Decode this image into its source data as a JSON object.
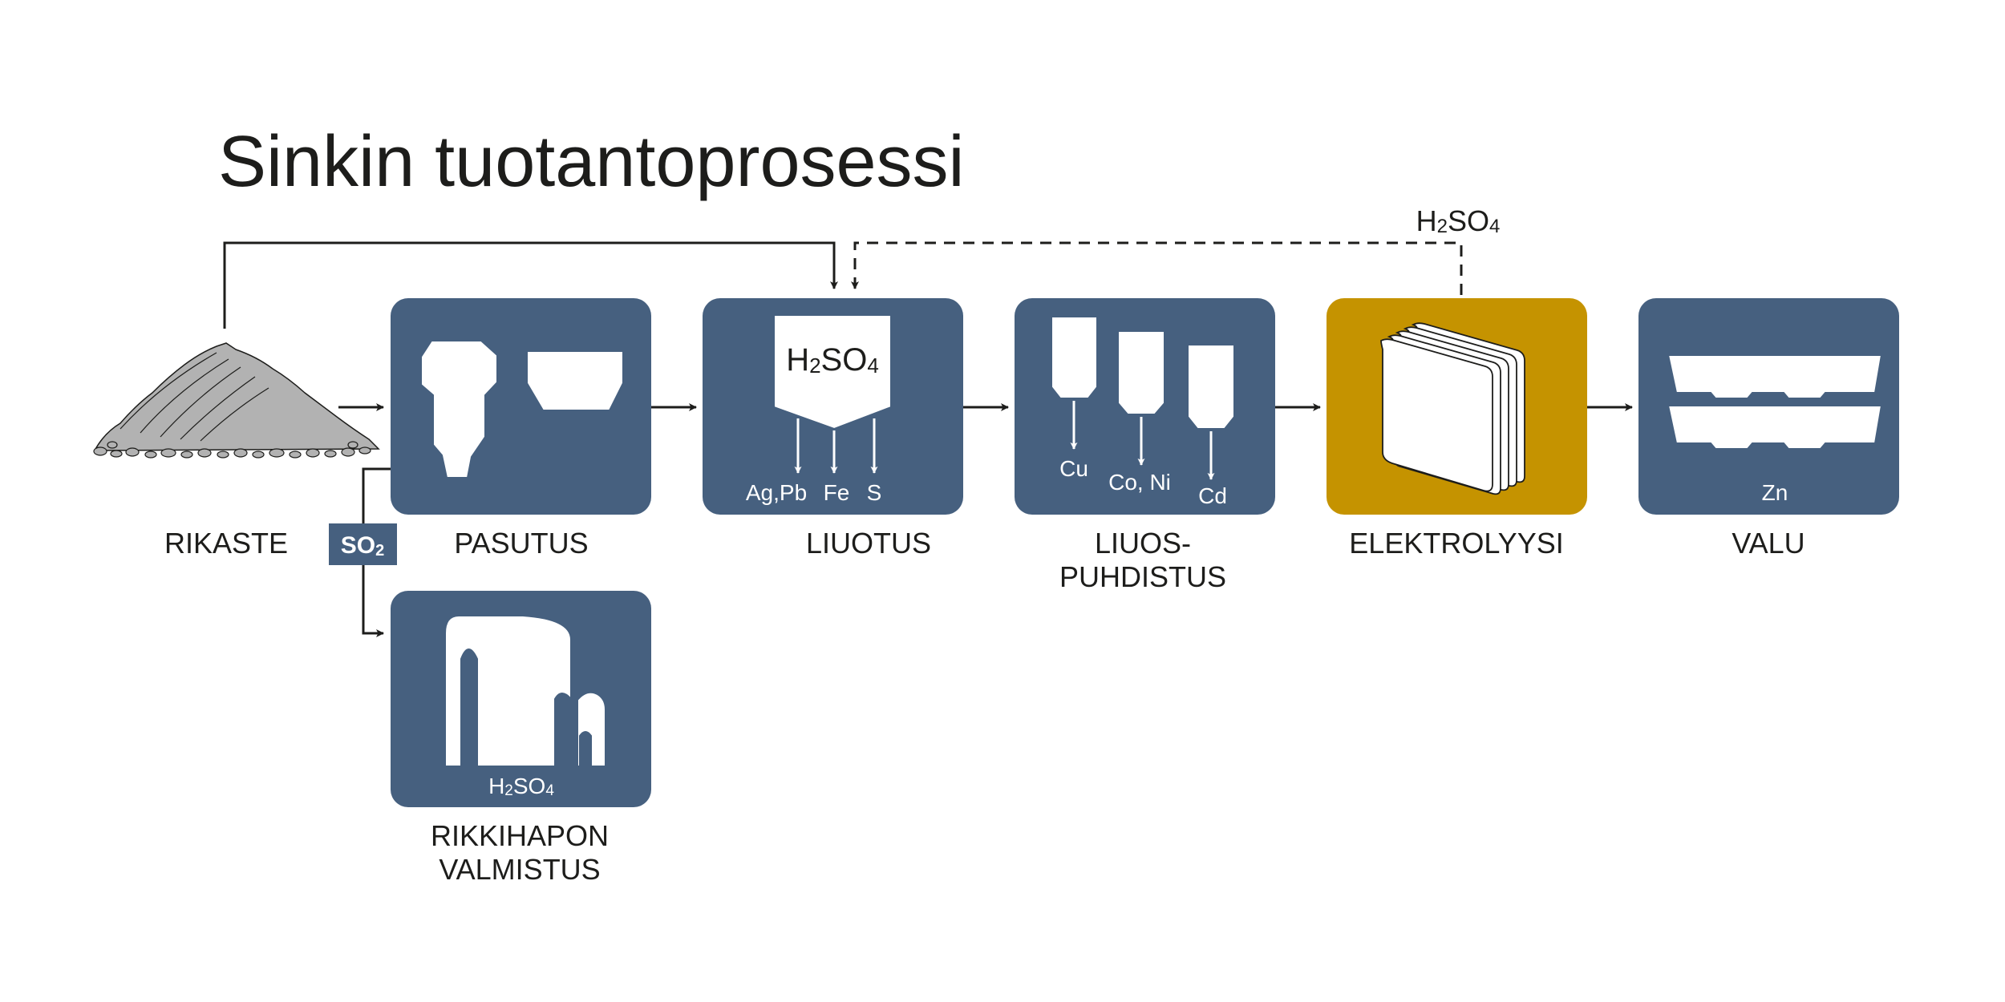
{
  "title": "Sinkin tuotantoprosessi",
  "colors": {
    "box": "#46607f",
    "highlight": "#c59300",
    "ink": "#1d1d1b",
    "pile": "#b2b2b2"
  },
  "stages": {
    "rikaste": {
      "label": "RIKASTE",
      "icon": "ore-pile-icon"
    },
    "pasutus": {
      "label": "PASUTUS",
      "icon": "roaster-icon"
    },
    "liuotus": {
      "label": "LIUOTUS",
      "icon": "leaching-tank-icon",
      "tank_label": "H2SO4",
      "outputs": [
        "Ag,Pb",
        "Fe",
        "S"
      ]
    },
    "puhdistus": {
      "label_line1": "LIUOS-",
      "label_line2": "PUHDISTUS",
      "icon": "purification-silos-icon",
      "outputs": [
        "Cu",
        "Co, Ni",
        "Cd"
      ]
    },
    "elektrolyysi": {
      "label": "ELEKTROLYYSI",
      "icon": "cathode-plates-icon"
    },
    "valu": {
      "label": "VALU",
      "icon": "ingot-icon",
      "output": "Zn"
    },
    "rikkihappo": {
      "label_line1": "RIKKIHAPON",
      "label_line2": "VALMISTUS",
      "icon": "acid-plant-icon",
      "output": "H2SO4"
    }
  },
  "flows": {
    "so2_label": "SO2",
    "return_acid_label": "H2SO4"
  }
}
